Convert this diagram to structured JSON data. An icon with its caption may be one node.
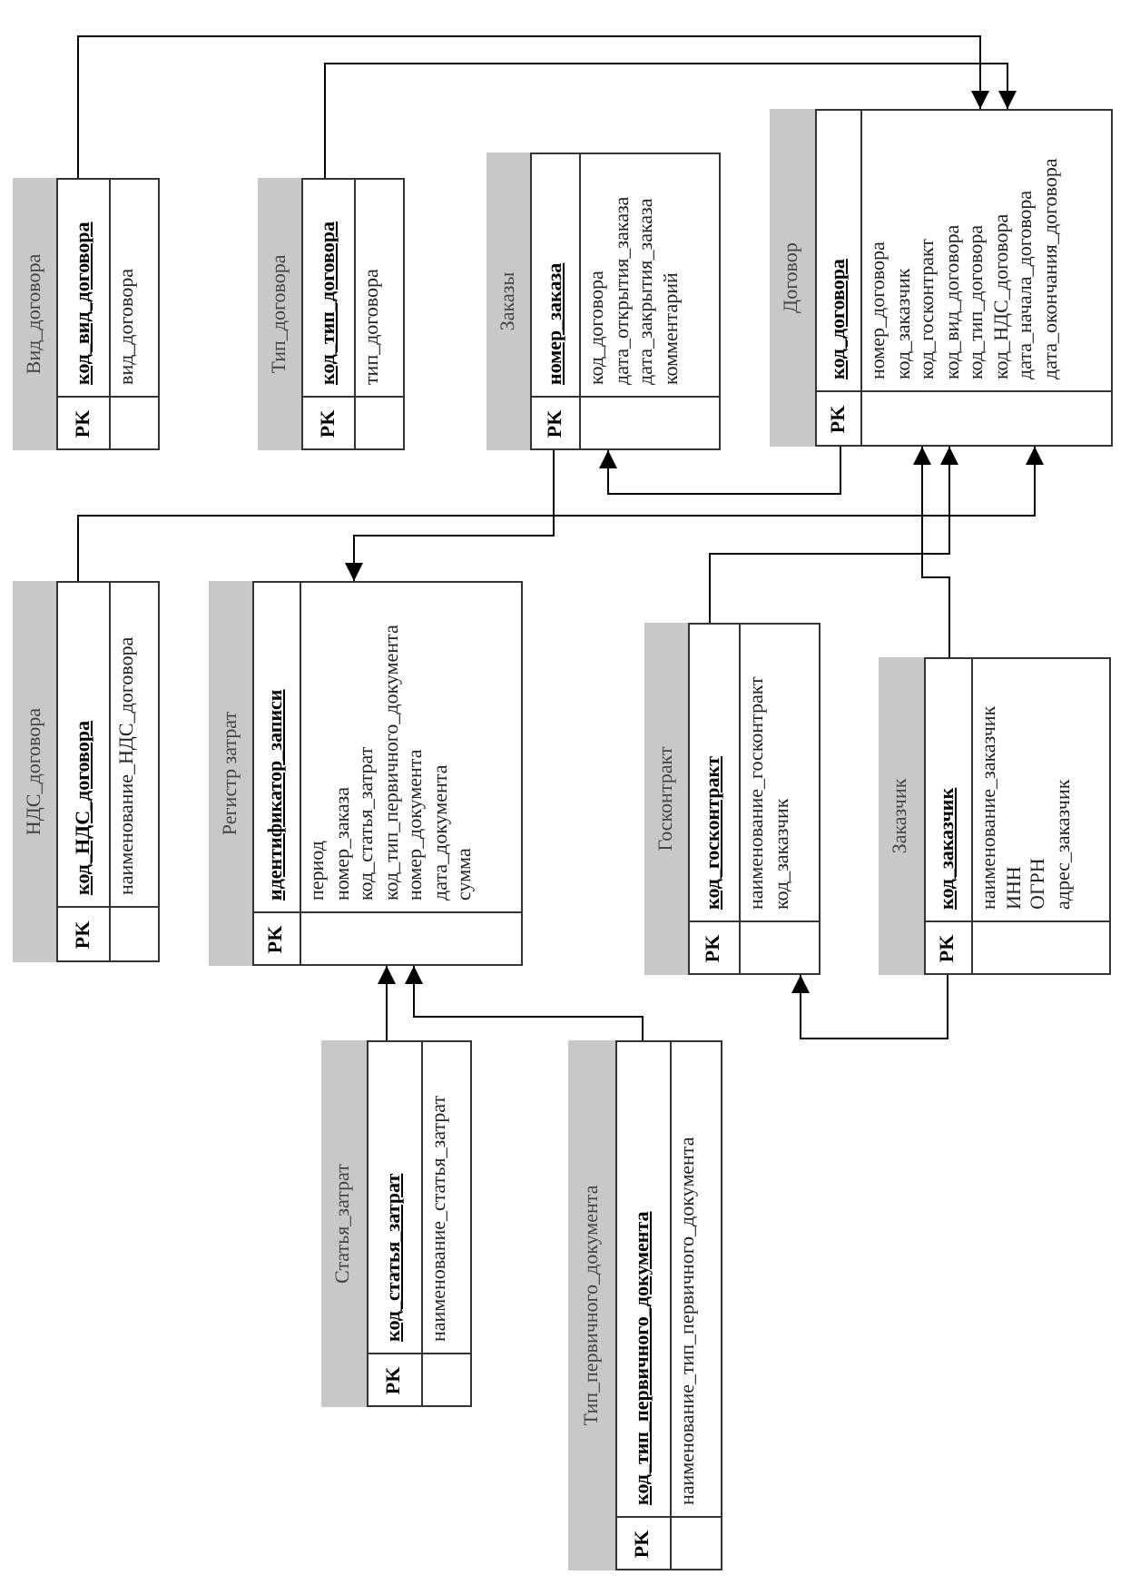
{
  "diagram": {
    "nodes": [
      {
        "text": [
          "Вид_договора",
          "PK",
          "код_вид_договора",
          "вид_договора"
        ]
      },
      {
        "text": [
          "Тип_договора",
          "PK",
          "код_тип_договора",
          "тип_договора"
        ]
      },
      {
        "text": [
          "Заказы",
          "PK",
          "номер_заказа",
          "код_договора",
          "дата_открытия_заказа",
          "дата_закрытия_заказа",
          "комментарий"
        ]
      },
      {
        "text": [
          "Договор",
          "PK",
          "код_договора",
          "номер_договора",
          "код_заказчик",
          "код_госконтракт",
          "код_вид_договора",
          "код_тип_договора",
          "код_НДС_договора",
          "дата_начала_договора",
          "дата_окончания_договора"
        ]
      },
      {
        "text": [
          "НДС_договора",
          "PK",
          "код_НДС_договора",
          "наименование_НДС_договора"
        ]
      },
      {
        "text": [
          "Регистр затрат",
          "PK",
          "идентификатор_записи",
          "период",
          "номер_заказа",
          "код_статья_затрат",
          "код_тип_первичного_документа",
          "номер_документа",
          "дата_документа",
          "сумма"
        ]
      },
      {
        "text": [
          "Госконтракт",
          "PK",
          "код_госконтракт",
          "наименование_госконтракт",
          "код_заказчик"
        ]
      },
      {
        "text": [
          "Заказчик",
          "PK",
          "код_заказчик",
          "наименование_заказчик",
          "ИНН",
          "ОГРН",
          "адрес_заказчик"
        ]
      },
      {
        "text": [
          "Статья_затрат",
          "PK",
          "код_статья_затрат",
          "наименование_статья_затрат"
        ]
      },
      {
        "text": [
          "Тип_первичного_документа",
          "PK",
          "код_тип_первичного_документа",
          "наименование_тип_первичного_документа"
        ]
      }
    ],
    "edges": [
      {
        "from": 0,
        "to": 3,
        "arrow": "to"
      },
      {
        "from": 1,
        "to": 3,
        "arrow": "to"
      },
      {
        "from": 3,
        "to": 2,
        "arrow": "to"
      },
      {
        "from": 2,
        "to": 5,
        "arrow": "to"
      },
      {
        "from": 4,
        "to": 3,
        "arrow": "to"
      },
      {
        "from": 6,
        "to": 3,
        "arrow": "to"
      },
      {
        "from": 7,
        "to": 3,
        "arrow": "to"
      },
      {
        "from": 7,
        "to": 6,
        "arrow": "to"
      },
      {
        "from": 8,
        "to": 5,
        "arrow": "to"
      },
      {
        "from": 9,
        "to": 5,
        "arrow": "to"
      }
    ]
  }
}
